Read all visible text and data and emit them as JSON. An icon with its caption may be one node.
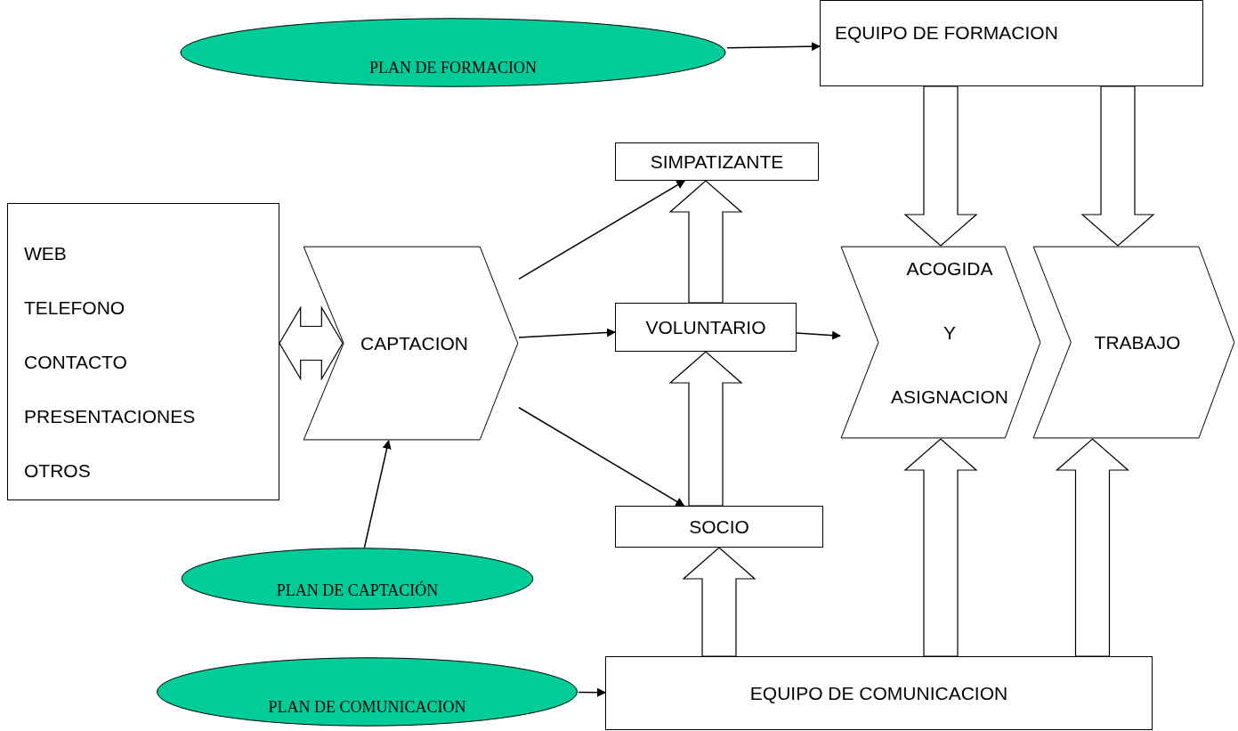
{
  "diagram": {
    "nodes": [
      {
        "text": [
          "PLAN DE FORMACION"
        ]
      },
      {
        "text": [
          "EQUIPO DE FORMACION"
        ]
      },
      {
        "text": [
          "SIMPATIZANTE"
        ]
      },
      {
        "text": [
          "WEB",
          "TELEFONO",
          "CONTACTO",
          "PRESENTACIONES",
          "OTROS"
        ]
      },
      {
        "text": [
          "CAPTACION"
        ]
      },
      {
        "text": [
          "VOLUNTARIO"
        ]
      },
      {
        "text": [
          "ACOGIDA",
          "Y",
          "ASIGNACION"
        ]
      },
      {
        "text": [
          "TRABAJO"
        ]
      },
      {
        "text": [
          "SOCIO"
        ]
      },
      {
        "text": [
          "PLAN DE CAPTACIÓN"
        ]
      },
      {
        "text": [
          "PLAN DE COMUNICACION"
        ]
      },
      {
        "text": [
          "EQUIPO DE COMUNICACION"
        ]
      }
    ],
    "edges": [
      {
        "from": 0,
        "to": 1,
        "arrow": "to"
      },
      {
        "from": 3,
        "to": 4,
        "arrow": "both",
        "style": "thick"
      },
      {
        "from": 4,
        "to": 2,
        "arrow": "to"
      },
      {
        "from": 4,
        "to": 5,
        "arrow": "to"
      },
      {
        "from": 4,
        "to": 8,
        "arrow": "to"
      },
      {
        "from": 5,
        "to": 6,
        "arrow": "to"
      },
      {
        "from": 9,
        "to": 4,
        "arrow": "to"
      },
      {
        "from": 10,
        "to": 11,
        "arrow": "to"
      },
      {
        "from": 5,
        "to": 2,
        "arrow": "to",
        "style": "thick"
      },
      {
        "from": 8,
        "to": 5,
        "arrow": "to",
        "style": "thick"
      },
      {
        "from": 11,
        "to": 8,
        "arrow": "to",
        "style": "thick"
      },
      {
        "from": 1,
        "to": 6,
        "arrow": "to",
        "style": "thick"
      },
      {
        "from": 1,
        "to": 7,
        "arrow": "to",
        "style": "thick"
      },
      {
        "from": 11,
        "to": 6,
        "arrow": "to",
        "style": "thick"
      },
      {
        "from": 11,
        "to": 7,
        "arrow": "to",
        "style": "thick"
      }
    ]
  }
}
